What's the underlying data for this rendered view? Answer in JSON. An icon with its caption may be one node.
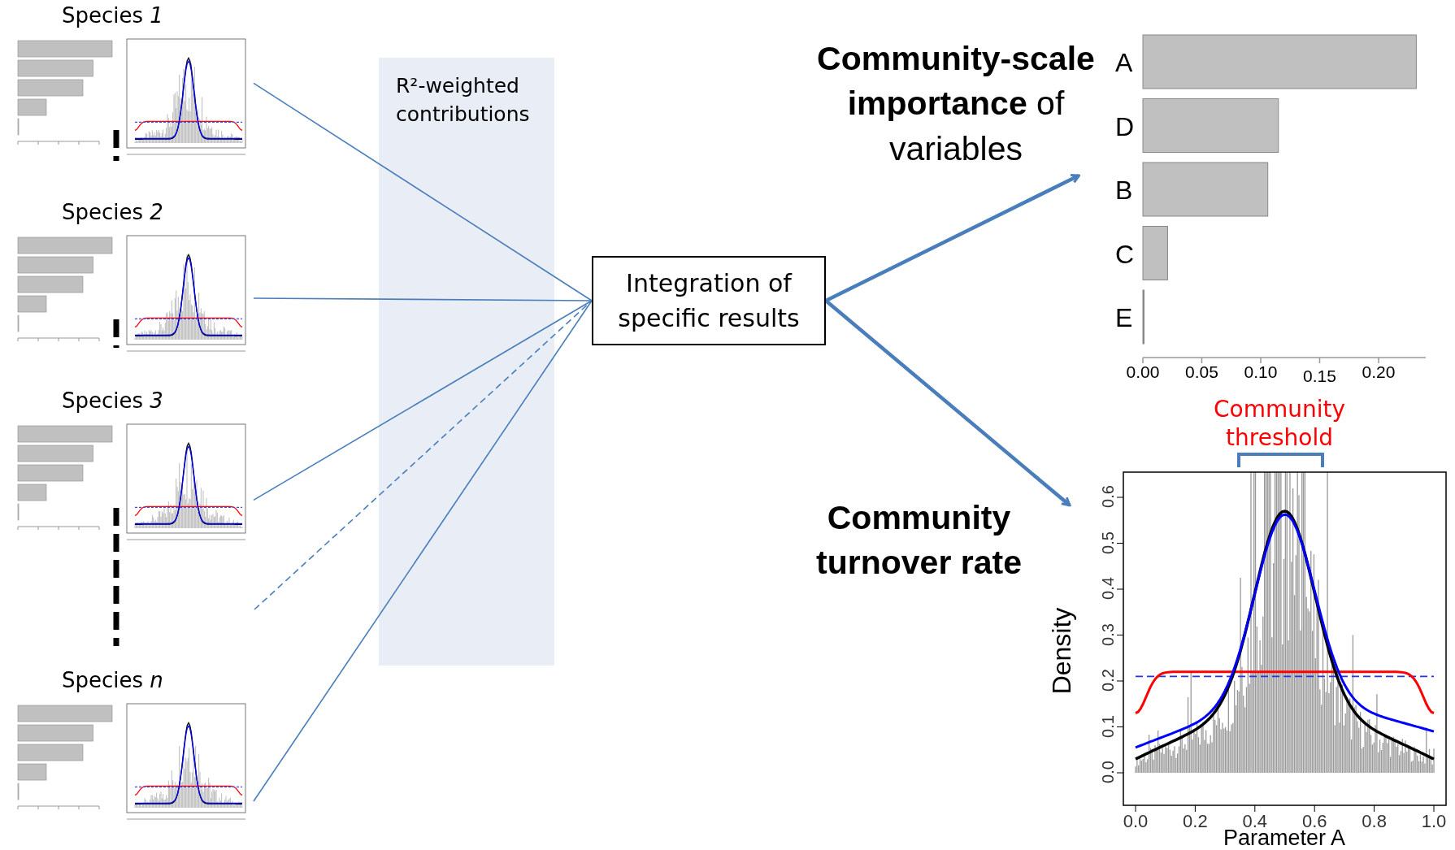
{
  "diagram": {
    "nodes": [
      {
        "text": [
          "Species *1*"
        ]
      },
      {
        "text": [
          "Species *2*"
        ]
      },
      {
        "text": [
          "Species *3*"
        ]
      },
      {
        "text": [
          "Species *n*"
        ]
      },
      {
        "text": [
          "Integration of specific results"
        ]
      },
      {
        "text": [
          "**Community-scale importance** of variables"
        ]
      },
      {
        "text": [
          "Community turnover rate"
        ]
      }
    ],
    "edges": [
      {
        "from": 0,
        "to": 4,
        "arrow": "none"
      },
      {
        "from": 1,
        "to": 4,
        "arrow": "none"
      },
      {
        "from": 2,
        "to": 4,
        "arrow": "none"
      },
      {
        "from": null,
        "to": 4,
        "arrow": "none",
        "style": "dashed"
      },
      {
        "from": 3,
        "to": 4,
        "arrow": "none"
      },
      {
        "from": 4,
        "to": 5,
        "arrow": "to",
        "style": "thick"
      },
      {
        "from": 4,
        "to": 6,
        "arrow": "to",
        "style": "thick"
      }
    ],
    "labels": [
      "R²-weighted contributions",
      "Community threshold",
      "0.0",
      "0.1",
      "0.2",
      "0.3",
      "0.4",
      "0.5",
      "0.6",
      "Density",
      "0.0",
      "0.2",
      "0.4",
      "0.6",
      "0.8",
      "1.0",
      "Parameter A"
    ],
    "chart_data": {
      "type": "bar",
      "orientation": "horizontal",
      "categories": [
        "A",
        "D",
        "B",
        "C",
        "E"
      ],
      "values": [
        0.232,
        0.115,
        0.106,
        0.021,
        0.001
      ],
      "xlim": [
        0,
        0.24
      ],
      "xticks": [
        {
          "value": 0,
          "label": "0.00"
        },
        {
          "value": 0.05,
          "label": "0.05"
        },
        {
          "value": 0.1,
          "label": "0.10"
        },
        {
          "value": 0.15,
          "label": "0.15"
        },
        {
          "value": 0.2,
          "label": "0.20"
        }
      ]
    }
  }
}
